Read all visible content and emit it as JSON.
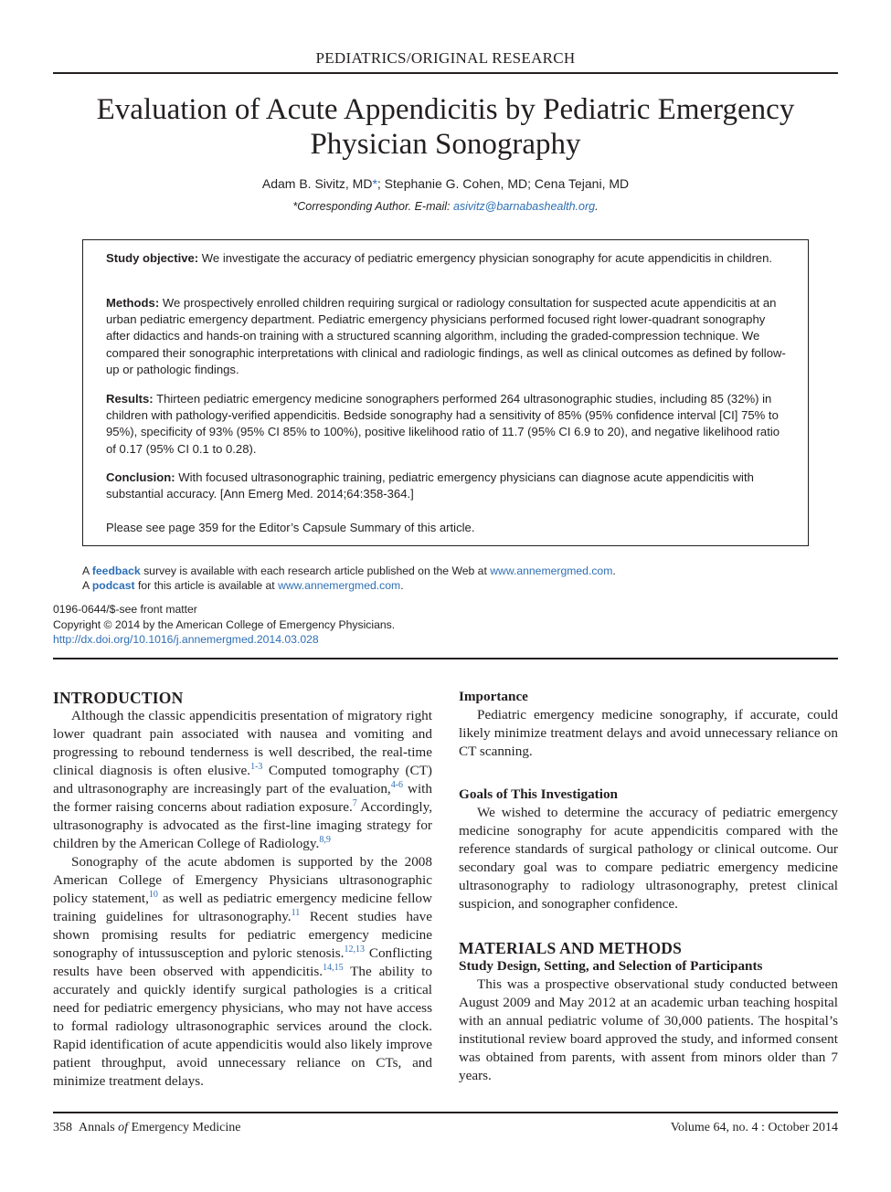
{
  "header": {
    "running_head": "PEDIATRICS/ORIGINAL RESEARCH"
  },
  "article": {
    "title": "Evaluation of Acute Appendicitis by Pediatric Emergency Physician Sonography",
    "authors": {
      "a1": "Adam B. Sivitz, MD",
      "a1_mark": "*",
      "rest": "; Stephanie G. Cohen, MD; Cena Tejani, MD"
    },
    "corresponding": {
      "label": "*Corresponding Author. E-mail: ",
      "email": "asivitz@barnabashealth.org",
      "end": "."
    }
  },
  "abstract": {
    "objective": {
      "label": "Study objective:",
      "text": " We investigate the accuracy of pediatric emergency physician sonography for acute appendicitis in children."
    },
    "methods": {
      "label": "Methods:",
      "text": " We prospectively enrolled children requiring surgical or radiology consultation for suspected acute appendicitis at an urban pediatric emergency department. Pediatric emergency physicians performed focused right lower-quadrant sonography after didactics and hands-on training with a structured scanning algorithm, including the graded-compression technique. We compared their sonographic interpretations with clinical and radiologic findings, as well as clinical outcomes as defined by follow-up or pathologic findings."
    },
    "results": {
      "label": "Results:",
      "text": " Thirteen pediatric emergency medicine sonographers performed 264 ultrasonographic studies, including 85 (32%) in children with pathology-verified appendicitis. Bedside sonography had a sensitivity of 85% (95% confidence interval [CI] 75% to 95%), specificity of 93% (95% CI 85% to 100%), positive likelihood ratio of 11.7 (95% CI 6.9 to 20), and negative likelihood ratio of 0.17 (95% CI 0.1 to 0.28)."
    },
    "conclusion": {
      "label": "Conclusion:",
      "text": " With focused ultrasonographic training, pediatric emergency physicians can diagnose acute appendicitis with substantial accuracy. [Ann Emerg Med. 2014;64:358-364.]"
    },
    "capsule_note": "Please see page 359 for the Editor’s Capsule Summary of this article."
  },
  "notes": {
    "feedback": {
      "a": "A ",
      "link": "feedback",
      "mid": " survey is available with each research article published on the Web at ",
      "url": "www.annemergmed.com",
      "end": "."
    },
    "podcast": {
      "a": "A ",
      "link": "podcast",
      "mid": " for this article is available at ",
      "url": "www.annemergmed.com",
      "end": "."
    }
  },
  "front_matter": {
    "issn": "0196-0644/$-see front matter",
    "copyright": "Copyright © 2014 by the American College of Emergency Physicians.",
    "doi": "http://dx.doi.org/10.1016/j.annemergmed.2014.03.028"
  },
  "body": {
    "introduction": {
      "heading": "INTRODUCTION",
      "p1": {
        "t1": "Although the classic appendicitis presentation of migratory right lower quadrant pain associated with nausea and vomiting and progressing to rebound tenderness is well described, the real-time clinical diagnosis is often elusive.",
        "r1": "1-3",
        "t2": " Computed tomography (CT) and ultrasonography are increasingly part of the evaluation,",
        "r2": "4-6",
        "t3": " with the former raising concerns about radiation exposure.",
        "r3": "7",
        "t4": " Accordingly, ultrasonography is advocated as the first-line imaging strategy for children by the American College of Radiology.",
        "r4": "8,9"
      },
      "p2": {
        "t1": "Sonography of the acute abdomen is supported by the 2008 American College of Emergency Physicians ultrasonographic policy statement,",
        "r1": "10",
        "t2": " as well as pediatric emergency medicine fellow training guidelines for ultrasonography.",
        "r2": "11",
        "t3": " Recent studies have shown promising results for pediatric emergency medicine sonography of intussusception and pyloric stenosis.",
        "r3": "12,13",
        "t4": " Conflicting results have been observed with appendicitis.",
        "r4": "14,15",
        "t5": " The ability to accurately and quickly identify surgical pathologies is a critical need for pediatric emergency physicians, who may not have access to formal radiology ultrasonographic services around the clock. Rapid identification of acute appendicitis would also likely improve patient throughput, avoid unnecessary reliance on CTs, and minimize treatment delays."
      }
    },
    "importance": {
      "heading": "Importance",
      "text": "Pediatric emergency medicine sonography, if accurate, could likely minimize treatment delays and avoid unnecessary reliance on CT scanning."
    },
    "goals": {
      "heading": "Goals of This Investigation",
      "text": "We wished to determine the accuracy of pediatric emergency medicine sonography for acute appendicitis compared with the reference standards of surgical pathology or clinical outcome. Our secondary goal was to compare pediatric emergency medicine ultrasonography to radiology ultrasonography, pretest clinical suspicion, and sonographer confidence."
    },
    "methods": {
      "heading": "MATERIALS AND METHODS",
      "subheading": "Study Design, Setting, and Selection of Participants",
      "text": "This was a prospective observational study conducted between August 2009 and May 2012 at an academic urban teaching hospital with an annual pediatric volume of 30,000 patients. The hospital’s institutional review board approved the study, and informed consent was obtained from parents, with assent from minors older than 7 years."
    }
  },
  "footer": {
    "page": "358",
    "journal_pre": "Annals ",
    "journal_of": "of",
    "journal_post": " Emergency Medicine",
    "issue": "Volume 64, no. 4  :  October 2014"
  }
}
